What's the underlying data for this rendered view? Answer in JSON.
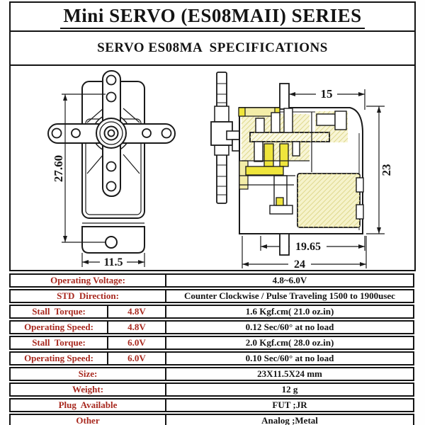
{
  "header": {
    "title": "Mini SERVO (ES08MAII) SERIES",
    "subtitle": "SERVO ES08MA  SPECIFICATIONS"
  },
  "drawings": {
    "front_view": {
      "description": "servo front view line drawing with cross horn",
      "dim_height": "27.60",
      "dim_width": "11.5"
    },
    "side_view": {
      "description": "servo side cross-section drawing with gear train and motor",
      "dim_top_width": "15",
      "dim_height": "23",
      "dim_case_width": "19.65",
      "dim_total_width": "24"
    }
  },
  "spec_table": {
    "rows": [
      {
        "label": "Operating Voltage:",
        "voltage": "",
        "value": "4.8~6.0V"
      },
      {
        "label": "STD  Direction:",
        "voltage": "",
        "value": "Counter Clockwise / Pulse Traveling 1500 to 1900usec"
      },
      {
        "label": "Stall  Torque:",
        "voltage": "4.8V",
        "value": "1.6 Kgf.cm( 21.0 oz.in)"
      },
      {
        "label": "Operating Speed:",
        "voltage": "4.8V",
        "value": "0.12 Sec/60° at no load"
      },
      {
        "label": "Stall  Torque:",
        "voltage": "6.0V",
        "value": "2.0 Kgf.cm( 28.0 oz.in)"
      },
      {
        "label": "Operating Speed:",
        "voltage": "6.0V",
        "value": "0.10 Sec/60° at no load"
      },
      {
        "label": "Size:",
        "voltage": "",
        "value": "23X11.5X24 mm"
      },
      {
        "label": "Weight:",
        "voltage": "",
        "value": "12 g"
      },
      {
        "label": "Plug  Available",
        "voltage": "",
        "value": "FUT ;JR"
      },
      {
        "label": "Other",
        "voltage": "",
        "value": "Analog ;Metal"
      }
    ]
  },
  "colors": {
    "label_red": "#A8291F",
    "line_black": "#141414",
    "highlight_yellow": "#F8F5D5",
    "bright_yellow": "#EFE53C",
    "hatch_yellow": "#DFD88F"
  }
}
